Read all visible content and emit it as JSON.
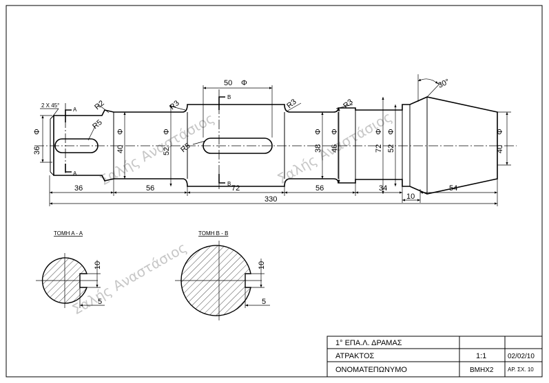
{
  "dimensions": {
    "chamfer": "2 X 45°",
    "length_36": "36",
    "length_56a": "56",
    "length_72": "72",
    "length_56b": "56",
    "length_34": "34",
    "length_54": "54",
    "length_10": "10",
    "length_330": "330",
    "length_50": "50",
    "phi": "Φ",
    "dia_36": "36",
    "dia_40a": "40",
    "dia_52a": "52",
    "dia_38": "38",
    "dia_46": "46",
    "dia_72": "72",
    "dia_52b": "52",
    "dia_40b": "40",
    "angle": "30°",
    "radius_r2": "R2",
    "radius_r5a": "R5",
    "radius_r3a": "R3",
    "radius_r5b": "R5",
    "radius_r3b": "R3",
    "radius_r3c": "R3"
  },
  "section_markers": {
    "a": "A",
    "b": "B"
  },
  "sections": {
    "aa_title": "ΤΟΜΗ Α - Α",
    "bb_title": "ΤΟΜΗ Β - Β",
    "aa_key_height": "10",
    "aa_key_depth": "5",
    "bb_key_height": "10",
    "bb_key_depth": "5"
  },
  "watermark": "Σαλής Αναστάσιος",
  "title_block": {
    "school": "1° ΕΠΑ.Λ. ΔΡΑΜΑΣ",
    "part": "ΑΤΡΑΚΤΟΣ",
    "scale": "1:1",
    "date": "02/02/10",
    "name": "ΟΝΟΜΑΤΕΠΩΝΥΜΟ",
    "code": "ΒΜΗΧ2",
    "drawing_no": "ΑΡ. ΣΧ. 10"
  }
}
